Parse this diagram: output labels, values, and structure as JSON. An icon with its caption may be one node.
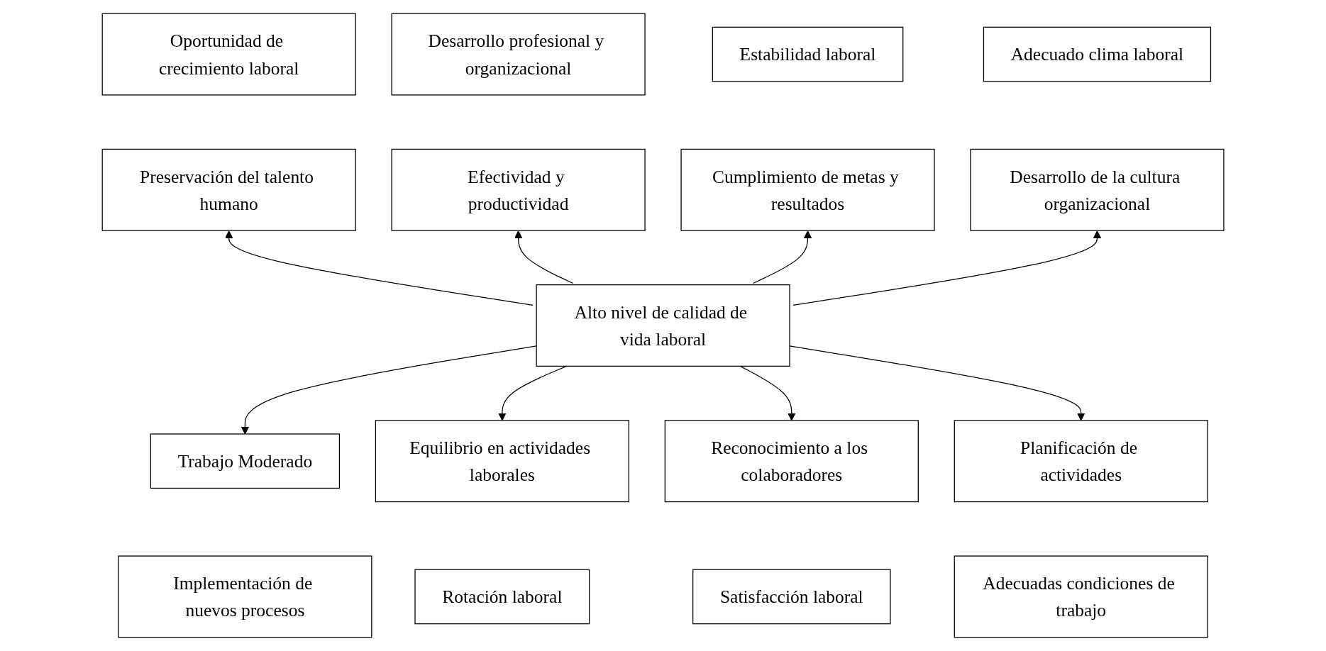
{
  "diagram": {
    "nodes": [
      {
        "text": [
          "Oportunidad de crecimiento laboral"
        ]
      },
      {
        "text": [
          "Desarrollo profesional y organizacional"
        ]
      },
      {
        "text": [
          "Estabilidad laboral"
        ]
      },
      {
        "text": [
          "Adecuado clima laboral"
        ]
      },
      {
        "text": [
          "Preservación del talento humano"
        ]
      },
      {
        "text": [
          "Efectividad y productividad"
        ]
      },
      {
        "text": [
          "Cumplimiento de metas y resultados"
        ]
      },
      {
        "text": [
          "Desarrollo de la cultura organizacional"
        ]
      },
      {
        "text": [
          "Alto nivel de calidad de vida laboral"
        ]
      },
      {
        "text": [
          "Trabajo Moderado"
        ]
      },
      {
        "text": [
          "Equilibrio en actividades laborales"
        ]
      },
      {
        "text": [
          "Reconocimiento a los colaboradores"
        ]
      },
      {
        "text": [
          "Planificación de actividades"
        ]
      },
      {
        "text": [
          "Implementación de nuevos procesos"
        ]
      },
      {
        "text": [
          "Rotación laboral"
        ]
      },
      {
        "text": [
          "Satisfacción laboral"
        ]
      },
      {
        "text": [
          "Adecuadas condiciones de trabajo"
        ]
      }
    ],
    "edges": [
      {
        "from": 8,
        "to": 4,
        "arrow": "to"
      },
      {
        "from": 8,
        "to": 5,
        "arrow": "to"
      },
      {
        "from": 8,
        "to": 6,
        "arrow": "to"
      },
      {
        "from": 8,
        "to": 7,
        "arrow": "to"
      },
      {
        "from": 8,
        "to": 9,
        "arrow": "to"
      },
      {
        "from": 8,
        "to": 10,
        "arrow": "to"
      },
      {
        "from": 8,
        "to": 11,
        "arrow": "to"
      },
      {
        "from": 8,
        "to": 12,
        "arrow": "to"
      }
    ]
  }
}
